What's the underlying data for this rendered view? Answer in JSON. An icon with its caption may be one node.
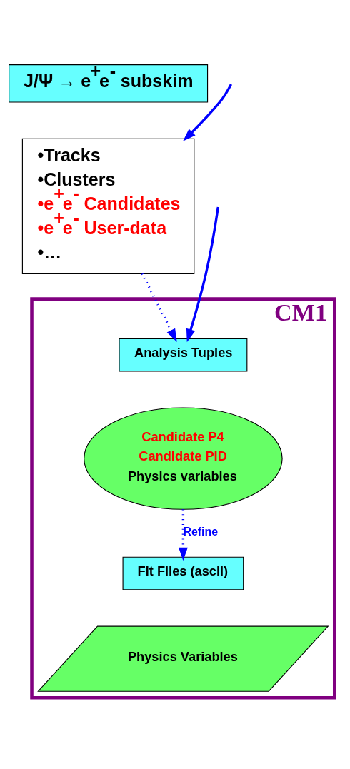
{
  "diagram": {
    "nodes": [
      {
        "text": [
          "J/Ψ → e$^{+}$e$^{-}$ subskim"
        ]
      },
      {
        "text": [
          "•Tracks",
          "•Clusters",
          "•e$^{+}$e$^{-}$ Candidates",
          "•e$^{+}$e$^{-}$ User-data",
          "•…"
        ]
      },
      {
        "text": [
          "CM1"
        ]
      },
      {
        "text": [
          "Analysis Tuples"
        ],
        "in": 2
      },
      {
        "text": [
          "Candidate P4",
          "Candidate PID",
          "Physics variables"
        ],
        "in": 2
      },
      {
        "text": [
          "Fit Files (ascii)"
        ],
        "in": 2
      },
      {
        "text": [
          "Physics Variables"
        ],
        "in": 2
      }
    ],
    "edges": [
      {
        "from": null,
        "to": 1,
        "arrow": "to"
      },
      {
        "from": null,
        "to": 3,
        "arrow": "to"
      },
      {
        "from": 1,
        "to": 3,
        "arrow": "to",
        "style": "dashed"
      },
      {
        "from": 4,
        "to": 5,
        "arrow": "to",
        "style": "dashed",
        "label": "Refine"
      }
    ]
  }
}
